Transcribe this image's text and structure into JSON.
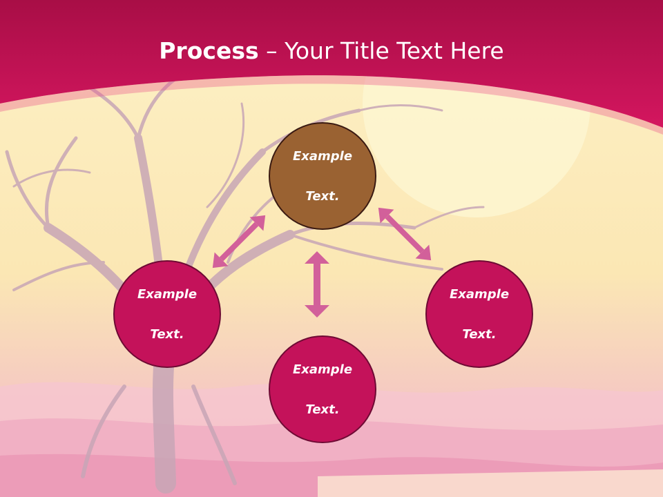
{
  "slide": {
    "title_bold": "Process",
    "title_rest": " – Your Title Text Here"
  },
  "colors": {
    "header": "#c8145a",
    "hub": "#9a6232",
    "node": "#c4125a",
    "arrow": "#d2609a"
  },
  "nodes": {
    "top": {
      "label_line1": "Example",
      "label_line2": "Text."
    },
    "left": {
      "label_line1": "Example",
      "label_line2": "Text."
    },
    "bottom": {
      "label_line1": "Example",
      "label_line2": "Text."
    },
    "right": {
      "label_line1": "Example",
      "label_line2": "Text."
    }
  }
}
